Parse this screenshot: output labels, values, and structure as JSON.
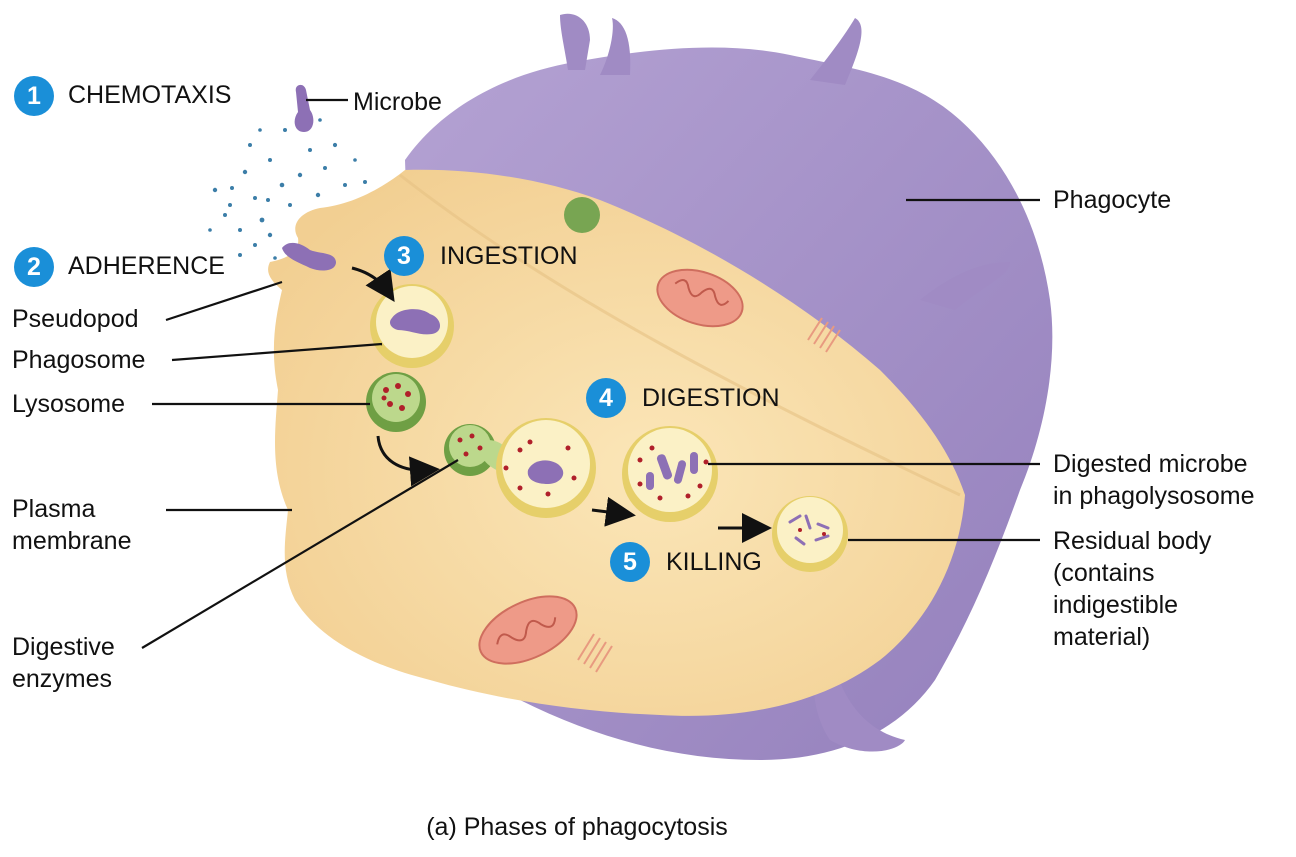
{
  "colors": {
    "phagocyte": "#a590c6",
    "cytoplasm": "#f7deac",
    "badge": "#1a8fd8",
    "lysosome": "#7fb555",
    "phagosome": "#fbf1c6",
    "enzyme": "#b0202a",
    "mitochondrion": "#ee9a88"
  },
  "steps": [
    {
      "number": "1",
      "label": "CHEMOTAXIS"
    },
    {
      "number": "2",
      "label": "ADHERENCE"
    },
    {
      "number": "3",
      "label": "INGESTION"
    },
    {
      "number": "4",
      "label": "DIGESTION"
    },
    {
      "number": "5",
      "label": "KILLING"
    }
  ],
  "labels": {
    "microbe": "Microbe",
    "phagocyte": "Phagocyte",
    "pseudopod": "Pseudopod",
    "phagosome": "Phagosome",
    "lysosome": "Lysosome",
    "plasma_membrane": [
      "Plasma",
      "membrane"
    ],
    "digestive_enzymes": [
      "Digestive",
      "enzymes"
    ],
    "digested_microbe": [
      "Digested microbe",
      "in phagolysosome"
    ],
    "residual_body": [
      "Residual body",
      "(contains",
      "indigestible",
      "material)"
    ]
  },
  "caption": "(a) Phases of phagocytosis"
}
